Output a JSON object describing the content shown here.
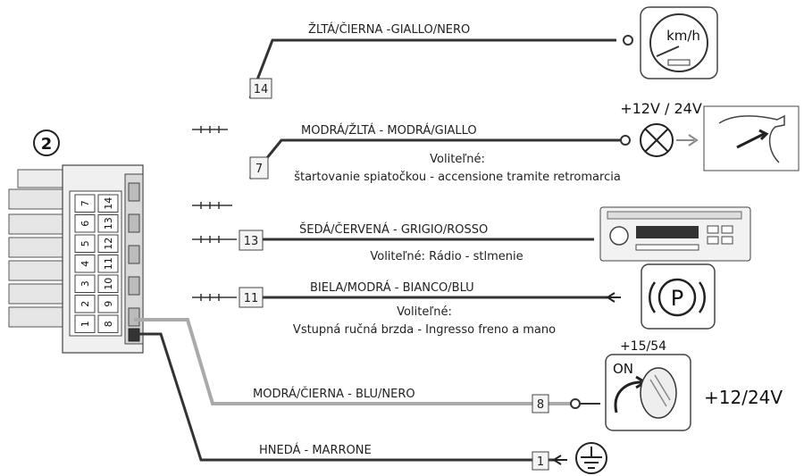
{
  "connector": {
    "label": "2",
    "pins_left": [
      "7",
      "6",
      "5",
      "4",
      "3",
      "2",
      "1"
    ],
    "pins_right": [
      "14",
      "13",
      "12",
      "11",
      "10",
      "9",
      "8"
    ]
  },
  "wires": [
    {
      "pin": "14",
      "color": "ŽLTÁ/ČIERNA -GIALLO/NERO",
      "note_title": "",
      "note": "",
      "device": "speedometer",
      "device_text": "km/h"
    },
    {
      "pin": "7",
      "color": "MODRÁ/ŽLTÁ - MODRÁ/GIALLO",
      "note_title": "Voliteľné:",
      "note": "štartovanie spiatočkou - accensione tramite retromarcia",
      "device": "reverse-light",
      "device_text": "+12V / 24V"
    },
    {
      "pin": "13",
      "color": "ŠEDÁ/ČERVENÁ - GRIGIO/ROSSO",
      "note_title": "",
      "note": "Voliteľné: Rádio - stlmenie",
      "device": "radio",
      "device_text": ""
    },
    {
      "pin": "11",
      "color": "BIELA/MODRÁ - BIANCO/BLU",
      "note_title": "Voliteľné:",
      "note": "Vstupná ručná brzda - Ingresso freno a mano",
      "device": "parking-brake",
      "device_text": "P"
    },
    {
      "pin": "8",
      "color": "MODRÁ/ČIERNA - BLU/NERO",
      "note_title": "",
      "note": "",
      "device": "ignition",
      "device_text": "+15/54"
    },
    {
      "pin": "1",
      "color": "HNEDÁ - MARRONE",
      "note_title": "",
      "note": "",
      "device": "ground",
      "device_text": ""
    }
  ],
  "ignition": {
    "on_label": "ON",
    "voltage": "+12/24V"
  }
}
